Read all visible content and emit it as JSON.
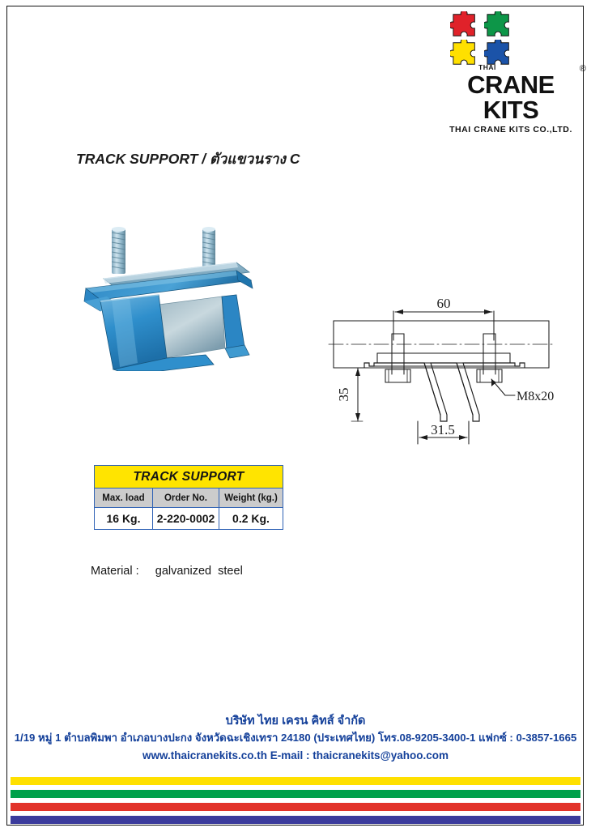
{
  "brand": {
    "logo_pieces": [
      {
        "name": "puzzle-piece-red",
        "color": "#e0222a"
      },
      {
        "name": "puzzle-piece-green",
        "color": "#0d9648"
      },
      {
        "name": "puzzle-piece-yellow",
        "color": "#ffe000"
      },
      {
        "name": "puzzle-piece-blue",
        "color": "#1b53a8"
      }
    ],
    "logo_mini_text": "THAI",
    "name": "CRANE KITS",
    "registered_mark": "®",
    "legal_name": "THAI CRANE KITS CO.,LTD."
  },
  "document": {
    "title": "TRACK SUPPORT / ตัวแขวนราง  C",
    "material_label": "Material :     galvanized  steel"
  },
  "drawing": {
    "dim_top": "60",
    "dim_left": "35",
    "dim_bottom": "31.5",
    "bolt_callout": "M8x20"
  },
  "spec_table": {
    "title": "TRACK SUPPORT",
    "headers": [
      "Max. load",
      "Order No.",
      "Weight (kg.)"
    ],
    "rows": [
      [
        "16 Kg.",
        "2-220-0002",
        "0.2 Kg."
      ]
    ]
  },
  "footer": {
    "company": "บริษัท ไทย เครน คิทส์ จำกัด",
    "address": "1/19  หมู่  1  ตำบลพิมพา  อำเภอบางปะกง  จังหวัดฉะเชิงเทรา  24180 (ประเทศไทย) โทร.08-9205-3400-1  แฟกซ์ : 0-3857-1665",
    "web": "www.thaicranekits.co.th  E-mail : thaicranekits@yahoo.com"
  },
  "color_bars": [
    {
      "name": "bar-yellow",
      "color": "#ffe000"
    },
    {
      "name": "bar-green",
      "color": "#00a04a"
    },
    {
      "name": "bar-red",
      "color": "#e2332a"
    },
    {
      "name": "bar-blue",
      "color": "#3b3b9c"
    }
  ]
}
